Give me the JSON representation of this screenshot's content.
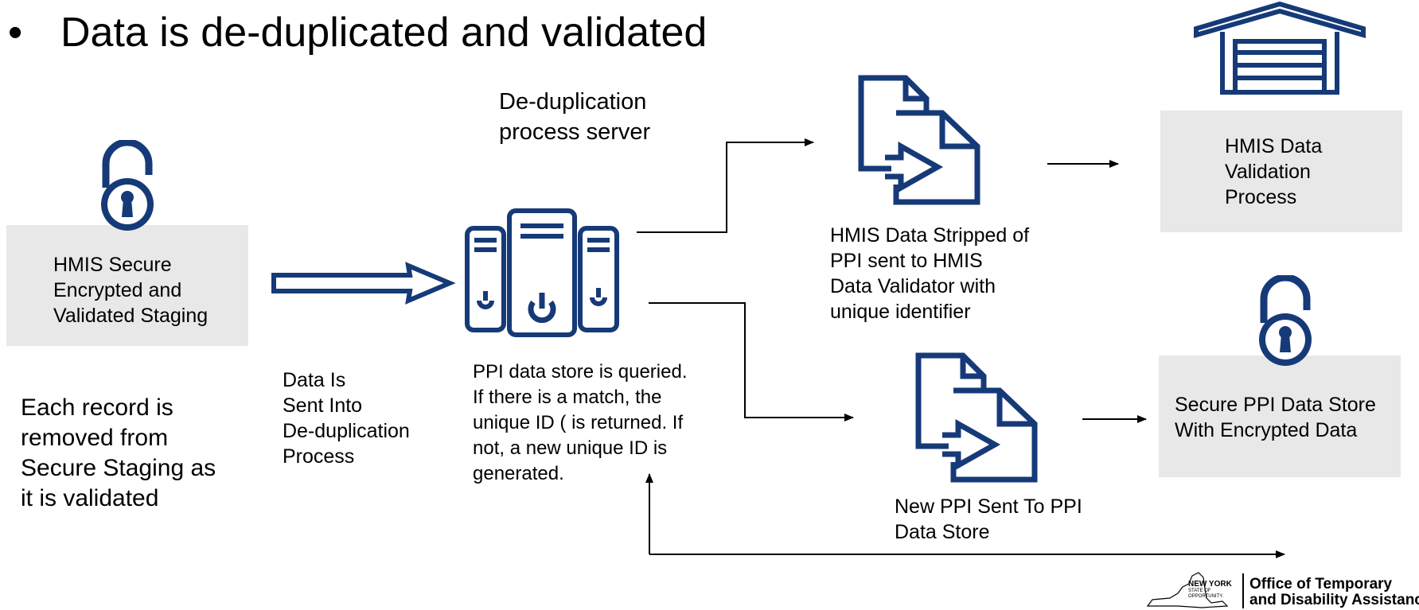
{
  "title": {
    "bullet": "•",
    "text": "Data is de-duplicated and validated"
  },
  "staging": {
    "label_lines": [
      "HMIS Secure",
      "Encrypted and",
      "Validated Staging"
    ],
    "note_lines": [
      "Each record is",
      "removed from",
      "Secure Staging as",
      "it is validated"
    ]
  },
  "transfer": {
    "label_lines": [
      "Data Is",
      "Sent Into",
      "De-duplication",
      "Process"
    ]
  },
  "server": {
    "title_lines": [
      "De-duplication",
      "process server"
    ],
    "description_lines": [
      "PPI data store is queried.",
      "If there is a match, the",
      "unique ID ( is returned. If",
      "not, a new unique ID is",
      "generated."
    ]
  },
  "stripped": {
    "label_lines": [
      "HMIS Data Stripped of",
      "PPI sent to HMIS",
      "Data Validator with",
      "unique identifier"
    ]
  },
  "new_ppi": {
    "label_lines": [
      "New PPI Sent To PPI",
      "Data Store"
    ]
  },
  "validation": {
    "label_lines": [
      "HMIS Data",
      "Validation",
      "Process"
    ]
  },
  "ppi_store": {
    "label_lines": [
      "Secure PPI Data Store",
      "With Encrypted Data"
    ]
  },
  "logo": {
    "state_lines": [
      "NEW YORK",
      "STATE OF",
      "OPPORTUNITY."
    ],
    "org_lines": [
      "Office of Temporary",
      "and Disability Assistance"
    ]
  },
  "colors": {
    "icon": "#163a78",
    "box": "#e8e8e8",
    "text": "#000000"
  },
  "icons": [
    "open-padlock-icon",
    "server-icon",
    "document-transfer-icon",
    "warehouse-icon"
  ]
}
